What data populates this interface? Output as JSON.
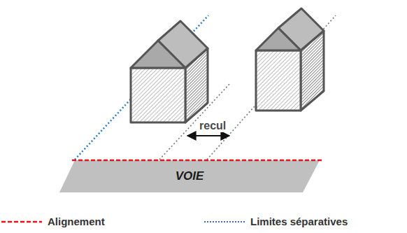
{
  "diagram": {
    "nodes": [
      {
        "text": [
          "VOIE"
        ]
      }
    ],
    "labels": [
      "recul"
    ],
    "legend": [
      {
        "text": "Alignement"
      },
      {
        "text": "Limites séparatives"
      }
    ]
  }
}
